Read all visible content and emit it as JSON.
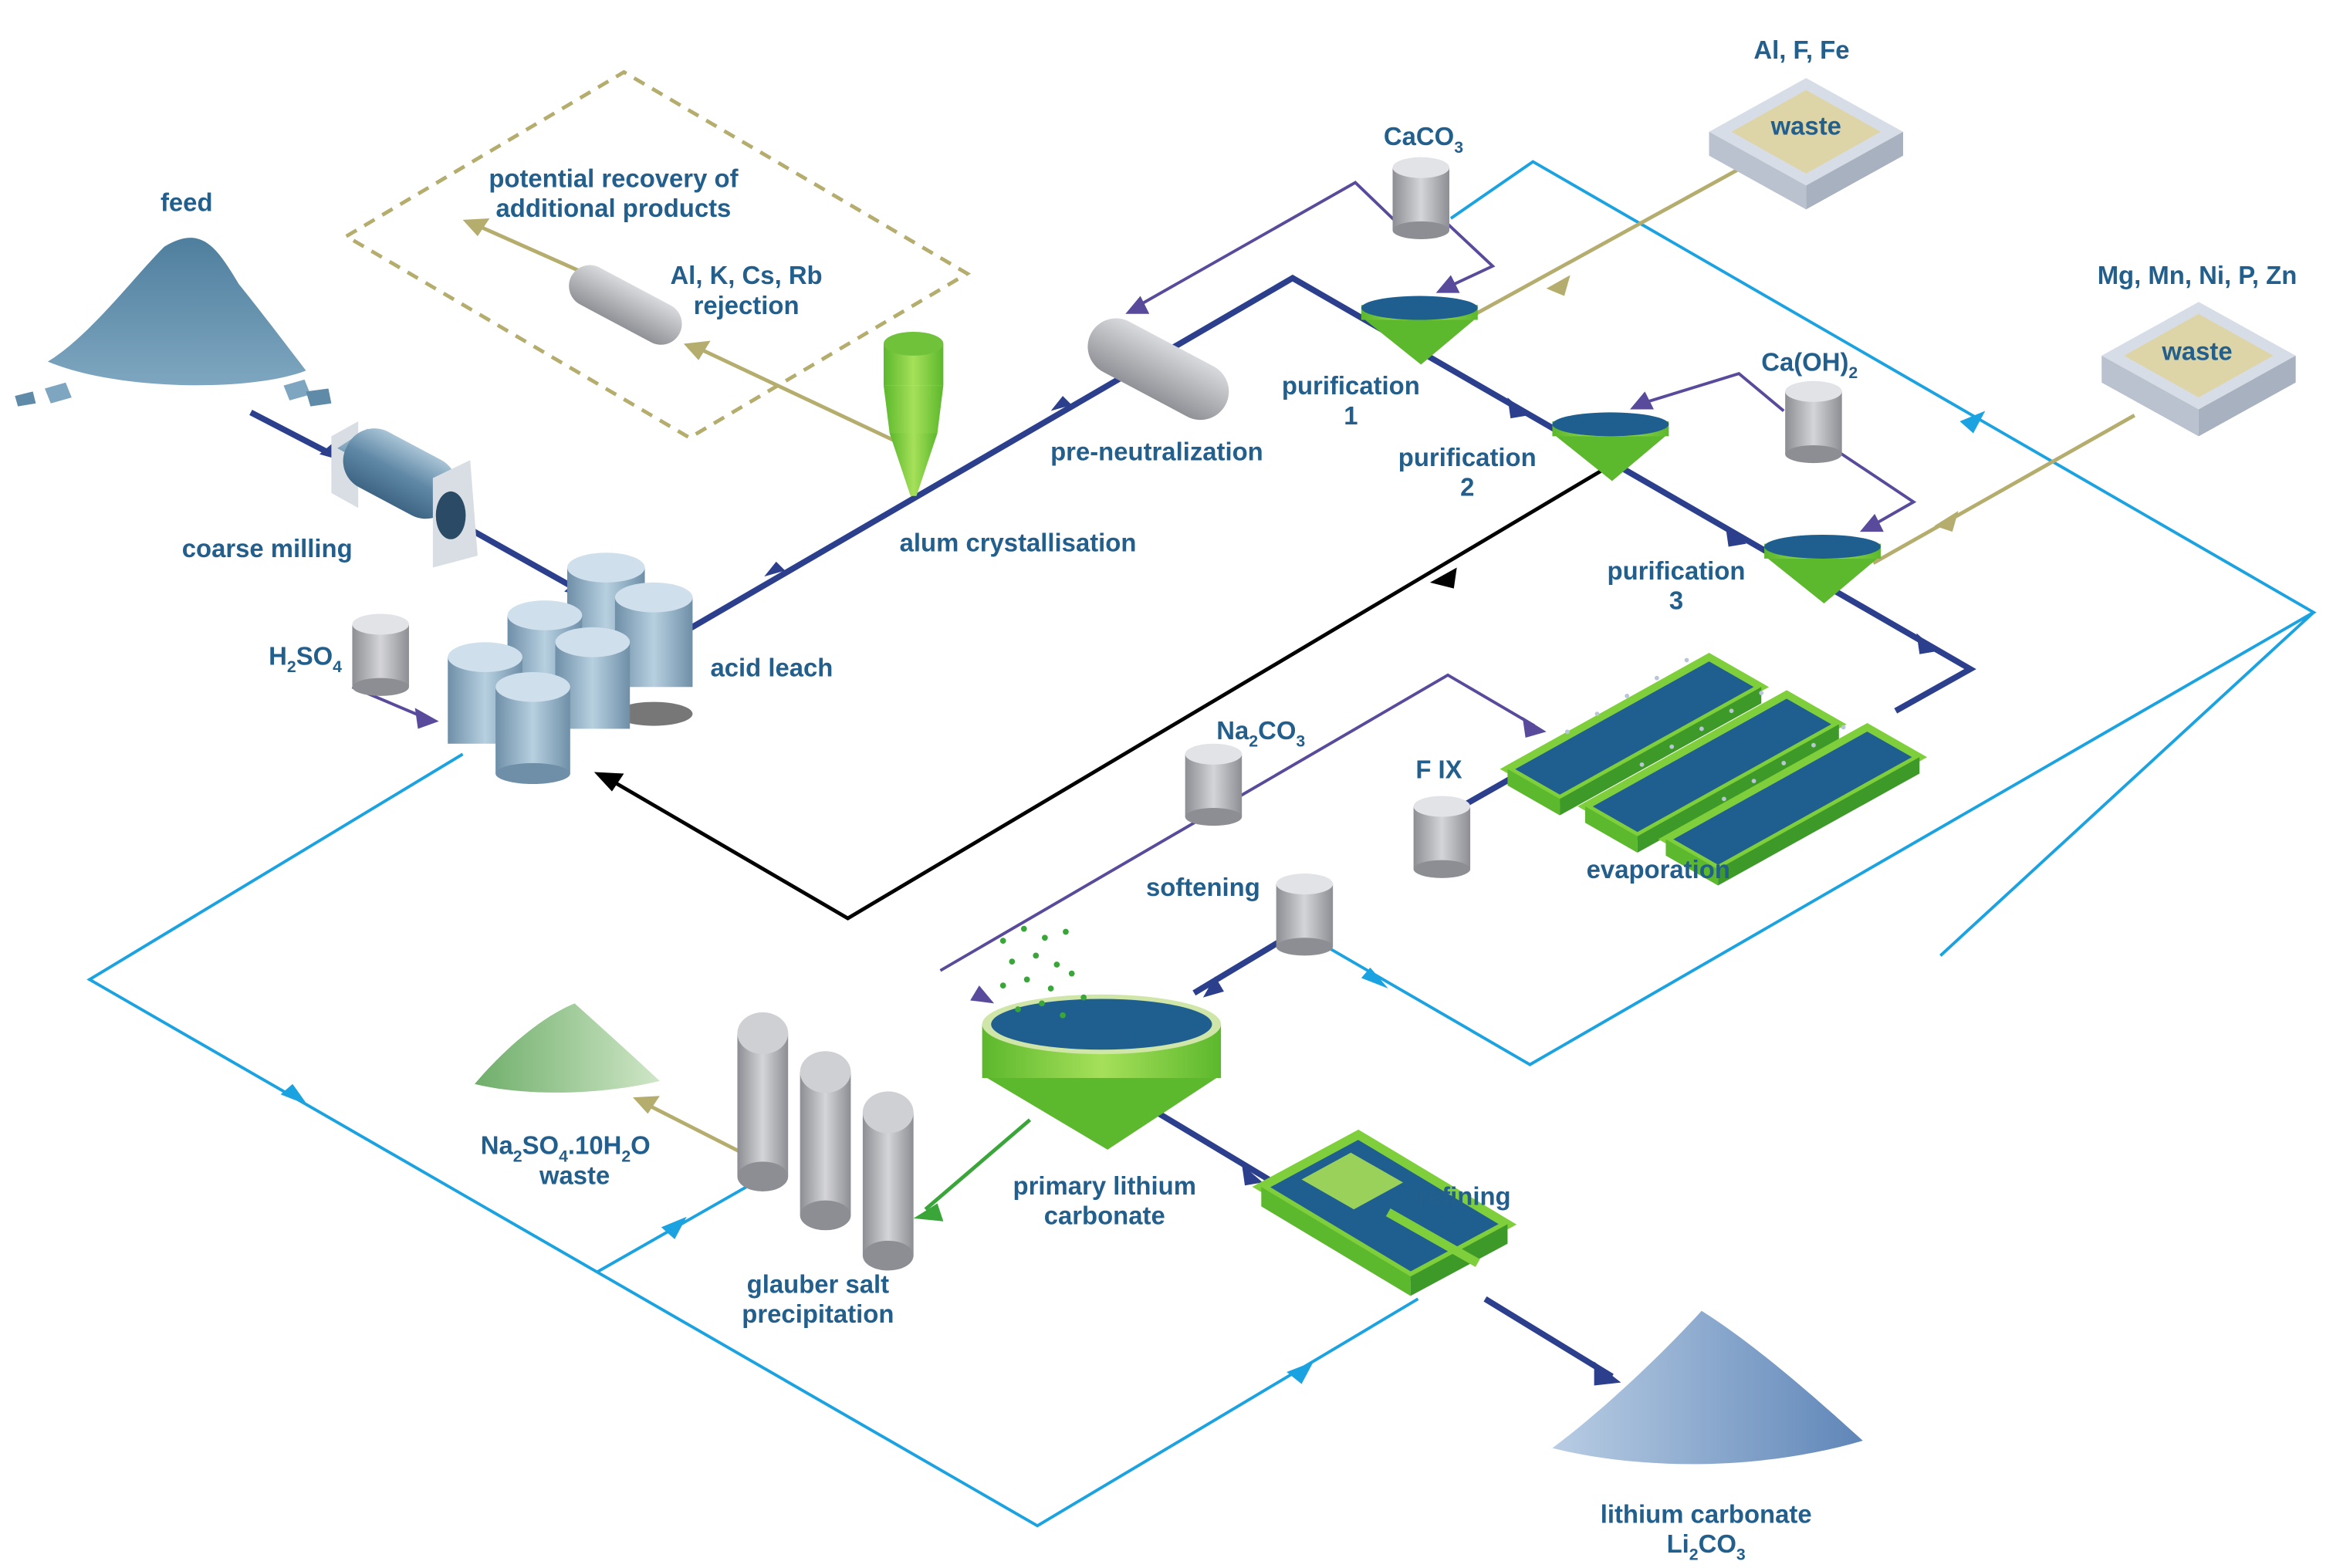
{
  "labels": {
    "feed": "feed",
    "coarse_milling": "coarse milling",
    "acid_leach": "acid leach",
    "h2so4": {
      "a": "H",
      "b": "2",
      "c": "SO",
      "d": "4"
    },
    "potential_recovery_1": "potential recovery of",
    "potential_recovery_2": "additional products",
    "rejection_1": "Al, K, Cs, Rb",
    "rejection_2": "rejection",
    "alum_crystallisation": "alum crystallisation",
    "pre_neutralization": "pre-neutralization",
    "caco3": {
      "a": "CaCO",
      "b": "3"
    },
    "waste_top_elements": "Al, F, Fe",
    "waste_word": "waste",
    "purification_1_a": "purification",
    "purification_1_b": "1",
    "purification_2_a": "purification",
    "purification_2_b": "2",
    "purification_3_a": "purification",
    "purification_3_b": "3",
    "caoh2": {
      "a": "Ca(OH)",
      "b": "2"
    },
    "waste_right_elements": "Mg, Mn, Ni, P, Zn",
    "na2co3": {
      "a": "Na",
      "b": "2",
      "c": "CO",
      "d": "3"
    },
    "f_ix": "F IX",
    "evaporation": "evaporation",
    "softening": "softening",
    "primary_li_1": "primary lithium",
    "primary_li_2": "carbonate",
    "refining": "refining",
    "glauber_1": "glauber salt",
    "glauber_2": "precipitation",
    "na2so4": {
      "a": "Na",
      "b": "2",
      "c": "SO",
      "d": "4",
      "e": ".10H",
      "f": "2",
      "g": "O"
    },
    "na2so4_waste": "waste",
    "li2co3_1": "lithium carbonate",
    "li2co3_2": {
      "a": "Li",
      "b": "2",
      "c": "CO",
      "d": "3"
    }
  },
  "colors": {
    "main_flow": "#2b3f8c",
    "reagent_flow": "#5a4a9c",
    "recycle_black": "#000000",
    "water_loop": "#1aa3e0",
    "waste_flow": "#b5ad6e",
    "green_flow": "#3aa63a",
    "label": "#235f8c",
    "tank_blue": "#8fb4cc",
    "grey_vessel": "#b4b6bb",
    "clarifier_green": "#7fcf3c",
    "liquor_blue": "#1f5f8f"
  }
}
